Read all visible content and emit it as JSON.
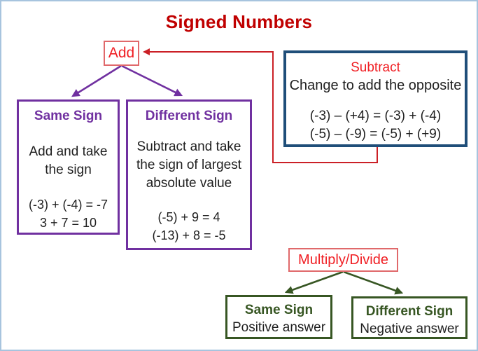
{
  "title": "Signed Numbers",
  "add": {
    "label": "Add"
  },
  "subtract": {
    "title": "Subtract",
    "rule": "Change to add the opposite",
    "examples": [
      "(-3) – (+4) = (-3) + (-4)",
      "(-5) – (-9) = (-5) + (+9)"
    ]
  },
  "add_same_sign": {
    "title": "Same Sign",
    "rule_lines": [
      "Add and take",
      "the sign"
    ],
    "examples": [
      "(-3) + (-4) = -7",
      "3 + 7 = 10"
    ]
  },
  "add_different_sign": {
    "title": "Different Sign",
    "rule_lines": [
      "Subtract and take",
      "the sign of largest",
      "absolute value"
    ],
    "examples": [
      "(-5) + 9 = 4",
      "(-13) + 8 = -5"
    ]
  },
  "multiply_divide": {
    "label": "Multiply/Divide"
  },
  "multiply_same_sign": {
    "title": "Same Sign",
    "rule": "Positive answer"
  },
  "multiply_different_sign": {
    "title": "Different Sign",
    "rule": "Negative answer"
  },
  "colors": {
    "page_border": "#A7C4DE",
    "title_red": "#C00000",
    "red_text": "#F01E23",
    "red_box_border": "#E0696B",
    "red_connector": "#CB2026",
    "purple": "#7030A0",
    "navy_border": "#1F4E79",
    "green": "#375623"
  }
}
